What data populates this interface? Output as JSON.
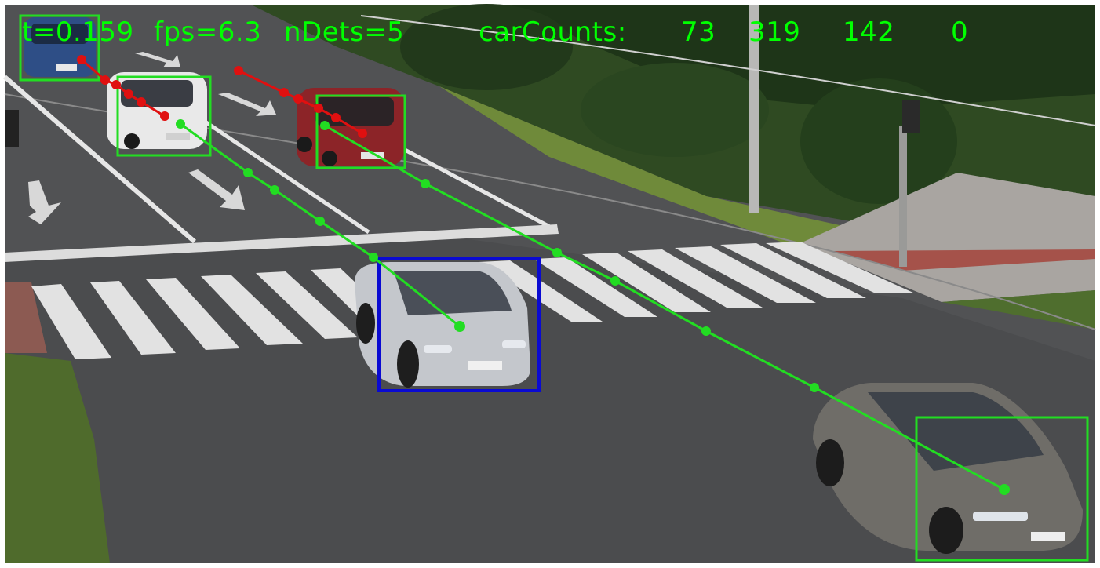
{
  "hud": {
    "time_label": "t=0.159",
    "fps_label": "fps=6.3",
    "ndets_label": "nDets=5",
    "car_counts_label": "carCounts:",
    "car_counts": [
      "73",
      "319",
      "142",
      "0"
    ]
  },
  "colors": {
    "active_box": "#22dd22",
    "selected_box": "#0a0ad2",
    "active_track": "#22dd22",
    "lost_track": "#e01010",
    "hud_text": "#00ff00"
  },
  "detections": [
    {
      "id": "det-1",
      "state": "active"
    },
    {
      "id": "det-2",
      "state": "active"
    },
    {
      "id": "det-3",
      "state": "active"
    },
    {
      "id": "det-4",
      "state": "selected"
    },
    {
      "id": "det-5",
      "state": "active"
    }
  ]
}
